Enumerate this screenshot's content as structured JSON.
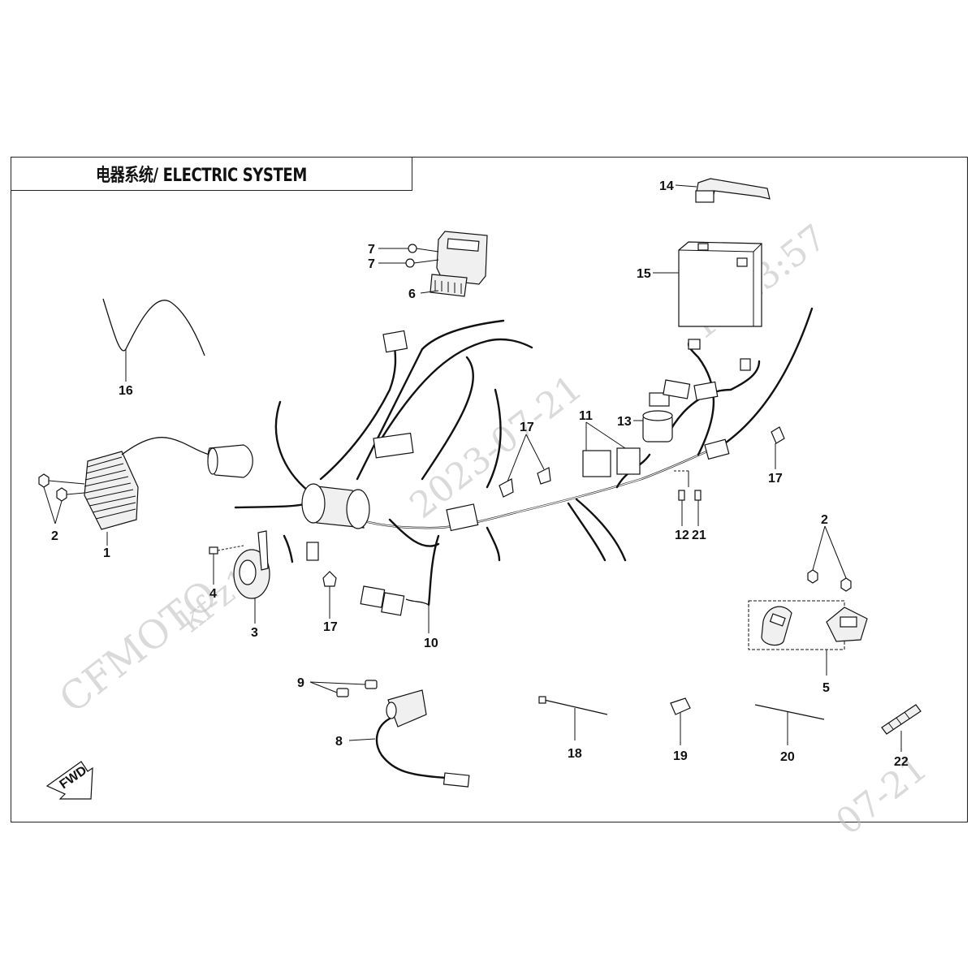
{
  "title": "电器系统/ ELECTRIC SYSTEM",
  "watermark": {
    "brand": "CFMOTO",
    "code_fragment": "kf-z1",
    "date_fragment": "2023-07-21",
    "time_fragment": "13:43:57",
    "edge_fragment": "07-21"
  },
  "fwd_label": "FWD",
  "callouts": {
    "c1": "1",
    "c2a": "2",
    "c2b": "2",
    "c3": "3",
    "c4": "4",
    "c5": "5",
    "c6": "6",
    "c7a": "7",
    "c7b": "7",
    "c8": "8",
    "c9": "9",
    "c10": "10",
    "c11": "11",
    "c12": "12",
    "c13": "13",
    "c14": "14",
    "c15": "15",
    "c16": "16",
    "c17a": "17",
    "c17b": "17",
    "c17c": "17",
    "c18": "18",
    "c19": "19",
    "c20": "20",
    "c21": "21",
    "c22": "22"
  }
}
